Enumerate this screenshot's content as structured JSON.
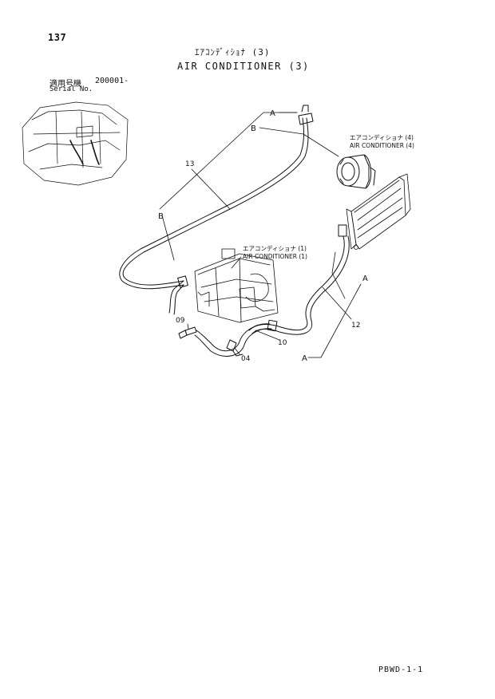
{
  "page": {
    "number": "137",
    "title_jp": "ｴｱｺﾝﾃﾞｨｼｮﾅ (3)",
    "title_en": "AIR CONDITIONER (3)",
    "serial_label_jp": "適用号機",
    "serial_label_en": "Serial No.",
    "serial_range": "200001-",
    "footer_code": "PBWD-1-1"
  },
  "diagram": {
    "connection_labels": [
      "A",
      "B",
      "B",
      "A",
      "A"
    ],
    "part_numbers": [
      "13",
      "12",
      "10",
      "09",
      "04"
    ],
    "references": [
      {
        "jp": "エアコンディショナ (4)",
        "en": "AIR CONDITIONER (4)"
      },
      {
        "jp": "エアコンディショナ (1)",
        "en": "AIR CONDITIONER (1)"
      }
    ]
  }
}
